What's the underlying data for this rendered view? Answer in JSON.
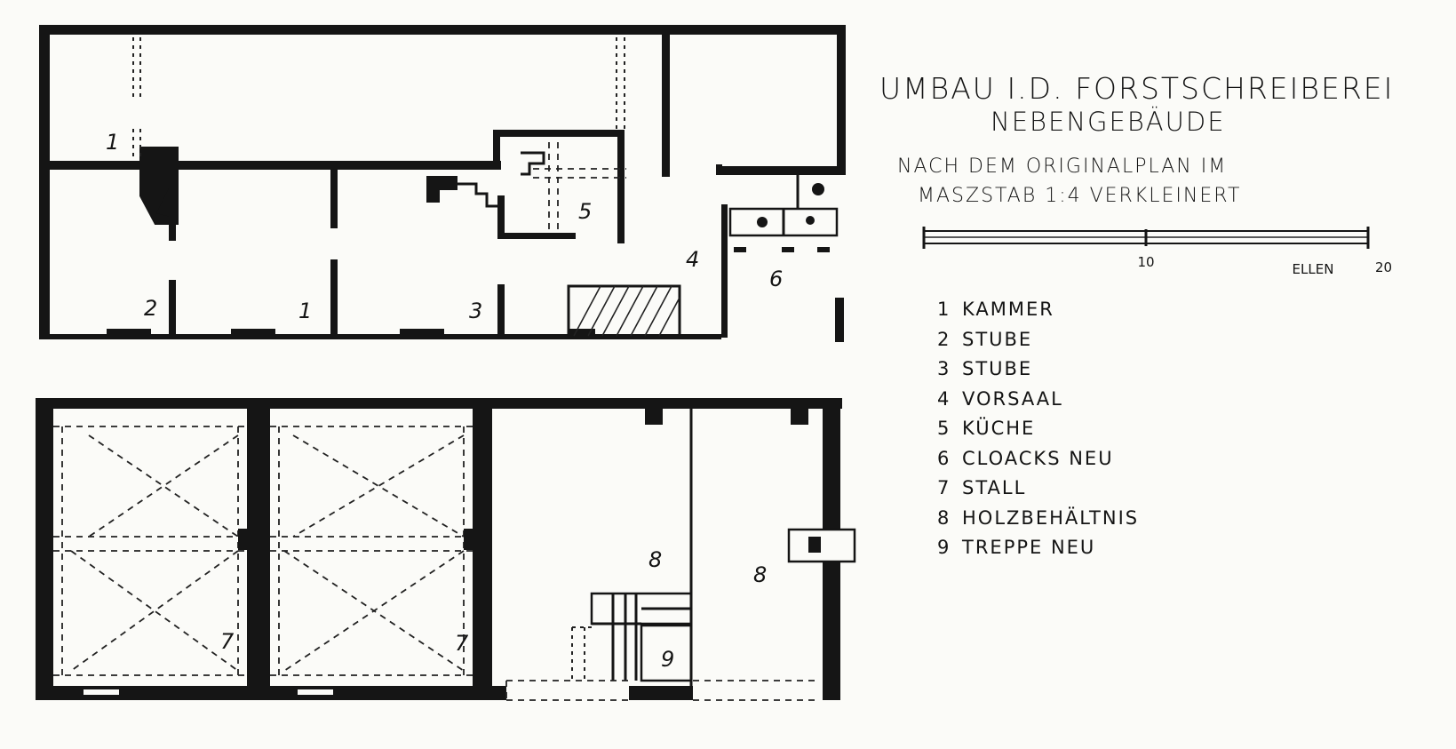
{
  "title": {
    "line1": "UMBAU I.D. FORSTSCHREIBEREI",
    "line2": "NEBENGEBÄUDE",
    "subtitle1": "NACH DEM ORIGINALPLAN IM",
    "subtitle2": "MASZSTAB 1:4 VERKLEINERT"
  },
  "scale_bar": {
    "mid_label": "10",
    "unit": "ELLEN",
    "end_label": "20"
  },
  "legend": [
    {
      "num": "1",
      "label": "KAMMER"
    },
    {
      "num": "2",
      "label": "STUBE"
    },
    {
      "num": "3",
      "label": "STUBE"
    },
    {
      "num": "4",
      "label": "VORSAAL"
    },
    {
      "num": "5",
      "label": "KÜCHE"
    },
    {
      "num": "6",
      "label": "CLOACKS NEU"
    },
    {
      "num": "7",
      "label": "STALL"
    },
    {
      "num": "8",
      "label": "HOLZBEHÄLTNIS"
    },
    {
      "num": "9",
      "label": "TREPPE NEU"
    }
  ],
  "upper_plan_labels": [
    "1",
    "2",
    "1",
    "3",
    "4",
    "5",
    "6"
  ],
  "lower_plan_labels": [
    "7",
    "7",
    "8",
    "8",
    "9"
  ]
}
